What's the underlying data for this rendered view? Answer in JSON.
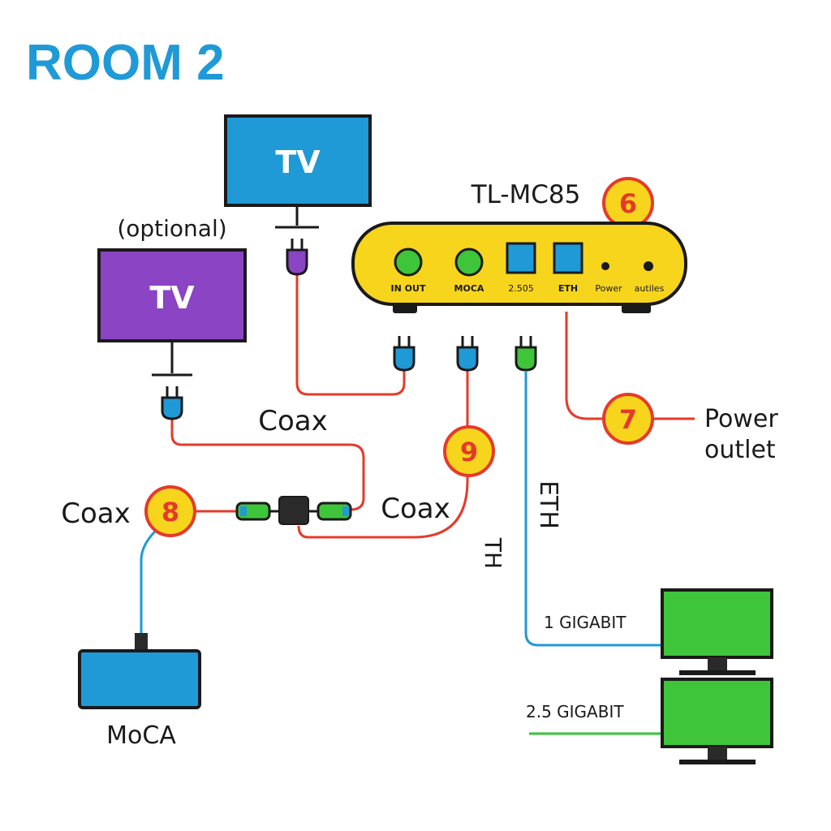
{
  "title": "ROOM 2",
  "device": {
    "name": "TL-MC85",
    "badge": "6",
    "ports": {
      "in_out": "IN OUT",
      "moca": "MOCA",
      "port_25": "2.505",
      "eth": "ETH",
      "power": "Power",
      "autiles": "autiles"
    }
  },
  "tv_main": {
    "label": "TV"
  },
  "tv_optional": {
    "label": "TV",
    "note": "(optional)"
  },
  "labels": {
    "coax_upper": "Coax",
    "coax_left": "Coax",
    "coax_right": "Coax",
    "eth": "ETH",
    "th": "TH",
    "power_outlet_line1": "Power",
    "power_outlet_line2": "outlet",
    "moca": "MoCA",
    "one_gigabit": "1 GIGABIT",
    "two_five_gigabit": "2.5 GIGABIT"
  },
  "badges": {
    "seven": "7",
    "eight": "8",
    "nine": "9"
  },
  "colors": {
    "title": "#1f9ad6",
    "device_body": "#f7d51d",
    "tv_main": "#1f9ad6",
    "tv_optional": "#8a44c4",
    "coax_cable": "#e53a2a",
    "eth_cable": "#1f9ad6",
    "gigabit_cable": "#37c23a",
    "badge_fill": "#f7d51d",
    "badge_ring": "#e53a2a",
    "computer": "#3ec53a",
    "moca_box": "#1f9ad6"
  }
}
